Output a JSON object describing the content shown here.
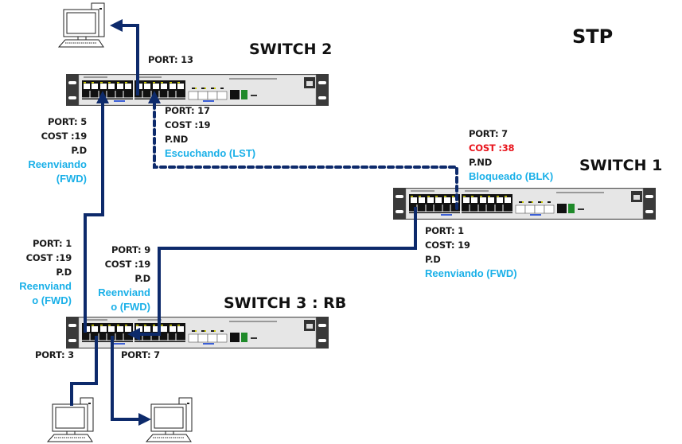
{
  "title": "STP",
  "colors": {
    "link": "#0d2a6b",
    "state_text": "#1ab0e8",
    "highlight_cost": "#e8141c",
    "switch_body": "#3a3a3a",
    "switch_panel": "#e6e6e6"
  },
  "switches": [
    {
      "id": "switch2",
      "name": "SWITCH 2",
      "icon": "network-switch-icon"
    },
    {
      "id": "switch1",
      "name": "SWITCH 1",
      "icon": "network-switch-icon"
    },
    {
      "id": "switch3",
      "name": "SWITCH 3 : RB",
      "icon": "network-switch-icon"
    }
  ],
  "hosts": [
    {
      "id": "pc-top",
      "icon": "desktop-computer-icon",
      "port_label": "PORT: 13"
    },
    {
      "id": "pc-bottom-left",
      "icon": "desktop-computer-icon",
      "port_label": "PORT: 3"
    },
    {
      "id": "pc-bottom-right",
      "icon": "desktop-computer-icon",
      "port_label": "PORT: 7"
    }
  ],
  "ports": {
    "sw2_p5": {
      "port": "PORT: 5",
      "cost": "COST :19",
      "role": "P.D",
      "state_line1": "Reenviando",
      "state_line2": "(FWD)"
    },
    "sw2_p17": {
      "port": "PORT: 17",
      "cost": "COST :19",
      "role": "P.ND",
      "state": "Escuchando (LST)"
    },
    "sw1_p7": {
      "port": "PORT: 7",
      "cost": "COST :38",
      "role": "P.ND",
      "state": "Bloqueado (BLK)"
    },
    "sw1_p1": {
      "port": "PORT: 1",
      "cost": "COST: 19",
      "role": "P.D",
      "state": "Reenviando (FWD)"
    },
    "sw3_p1": {
      "port": "PORT: 1",
      "cost": "COST :19",
      "role": "P.D",
      "state_line1": "Reenviand",
      "state_line2": "o (FWD)"
    },
    "sw3_p9": {
      "port": "PORT: 9",
      "cost": "COST :19",
      "role": "P.D",
      "state_line1": "Reenviand",
      "state_line2": "o (FWD)"
    }
  },
  "links": [
    {
      "from": "switch2 port 13",
      "to": "pc-top",
      "style": "solid"
    },
    {
      "from": "switch3 port 1",
      "to": "switch2 port 5",
      "style": "solid"
    },
    {
      "from": "switch1 port 7",
      "to": "switch2 port 17",
      "style": "dashed",
      "state": "blocked"
    },
    {
      "from": "switch1 port 1",
      "to": "switch3 port 9",
      "style": "solid"
    },
    {
      "from": "switch3 port 3",
      "to": "pc-bottom-left",
      "style": "solid"
    },
    {
      "from": "switch3 port 7",
      "to": "pc-bottom-right",
      "style": "solid"
    }
  ]
}
